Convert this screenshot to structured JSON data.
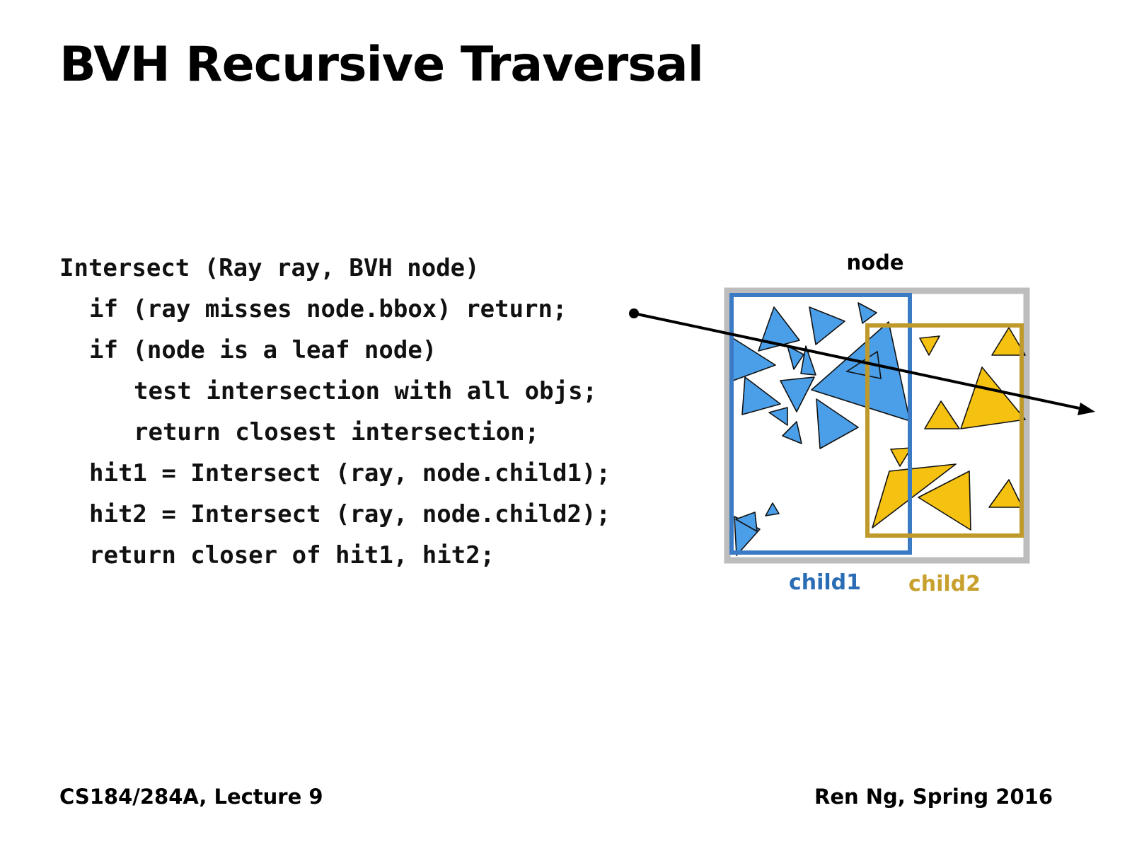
{
  "title": "BVH Recursive Traversal",
  "code": [
    "Intersect (Ray ray, BVH node)",
    "if (ray misses node.bbox) return;",
    "if (node is a leaf node)",
    "test intersection with all objs;",
    "return closest intersection;",
    "hit1 = Intersect (ray, node.child1);",
    "hit2 = Intersect (ray, node.child2);",
    "return closer of hit1, hit2;"
  ],
  "diagram": {
    "node_label": "node",
    "child1_label": "child1",
    "child2_label": "child2",
    "colors": {
      "node_box": "#bdbdbd",
      "child1_box": "#3b7bc6",
      "child2_box": "#bf9a2a",
      "child1_fill": "#4a9fe8",
      "child2_fill": "#f5c211",
      "child1_text": "#2b6db5",
      "child2_text": "#c8a02e",
      "ray": "#000000"
    }
  },
  "footer": {
    "left": "CS184/284A, Lecture 9",
    "right": "Ren Ng, Spring 2016"
  }
}
